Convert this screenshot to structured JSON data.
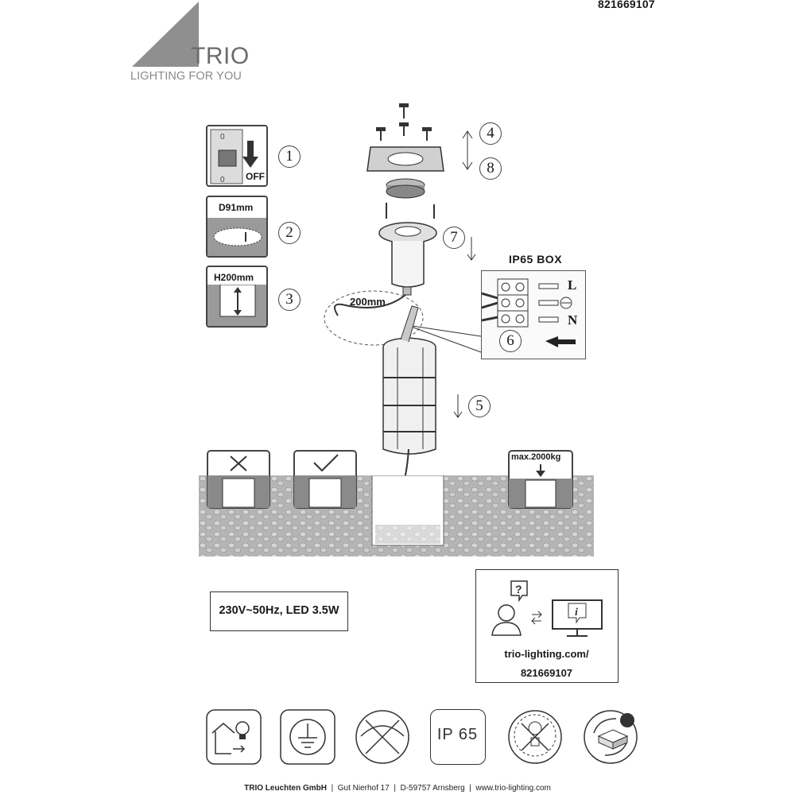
{
  "header": {
    "doc_number": "821669107",
    "brand": "TRIO",
    "tagline": "LIGHTING FOR YOU"
  },
  "steps": {
    "step1": {
      "number": "1",
      "label": "OFF"
    },
    "step2": {
      "number": "2",
      "label": "D91mm"
    },
    "step3": {
      "number": "3",
      "label": "H200mm"
    },
    "step4": {
      "number": "4"
    },
    "step5": {
      "number": "5"
    },
    "step6": {
      "number": "6"
    },
    "step7": {
      "number": "7"
    },
    "step8": {
      "number": "8"
    }
  },
  "cable": {
    "length_label": "200mm"
  },
  "junction": {
    "title": "IP65  BOX",
    "wires": [
      "L",
      "N"
    ]
  },
  "load": {
    "max_label": "max.2000kg"
  },
  "spec": {
    "rating": "230V~50Hz, LED 3.5W"
  },
  "info": {
    "url": "trio-lighting.com/",
    "code": "821669107"
  },
  "symbols": [
    {
      "icon": "outdoor-use-icon"
    },
    {
      "icon": "protective-earth-icon"
    },
    {
      "icon": "not-dimmable-icon"
    },
    {
      "icon": "ip-rating-icon",
      "label": "IP 65"
    },
    {
      "icon": "led-not-replaceable-icon"
    },
    {
      "icon": "driver-not-replaceable-icon"
    }
  ],
  "footer": {
    "company": "TRIO Leuchten GmbH",
    "address": "Gut Nierhof 17",
    "city": "D-59757 Arnsberg",
    "website": "www.trio-lighting.com"
  },
  "colors": {
    "logo_gray": "#8f8f8f",
    "ground_gray": "#b9b9b9",
    "line_dark": "#333333"
  }
}
